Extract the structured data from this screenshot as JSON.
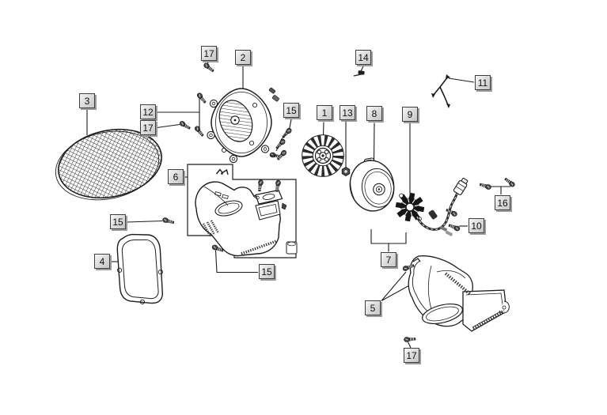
{
  "diagram": {
    "type": "exploded-parts-diagram",
    "background_color": "#ffffff",
    "line_color": "#1c1c1c",
    "callout_style": {
      "fill_light": "#f7f7f7",
      "fill_dark": "#c6c6c6",
      "border": "#3f3f3f",
      "shadow": "#9b9b9b",
      "text_color": "#101010"
    }
  },
  "callouts": [
    {
      "label": "3"
    },
    {
      "label": "12"
    },
    {
      "label": "17"
    },
    {
      "label": "17"
    },
    {
      "label": "2"
    },
    {
      "label": "15"
    },
    {
      "label": "1"
    },
    {
      "label": "13"
    },
    {
      "label": "8"
    },
    {
      "label": "9"
    },
    {
      "label": "14"
    },
    {
      "label": "11"
    },
    {
      "label": "6"
    },
    {
      "label": "15"
    },
    {
      "label": "4"
    },
    {
      "label": "15"
    },
    {
      "label": "7"
    },
    {
      "label": "10"
    },
    {
      "label": "16"
    },
    {
      "label": "5"
    },
    {
      "label": "17"
    }
  ]
}
